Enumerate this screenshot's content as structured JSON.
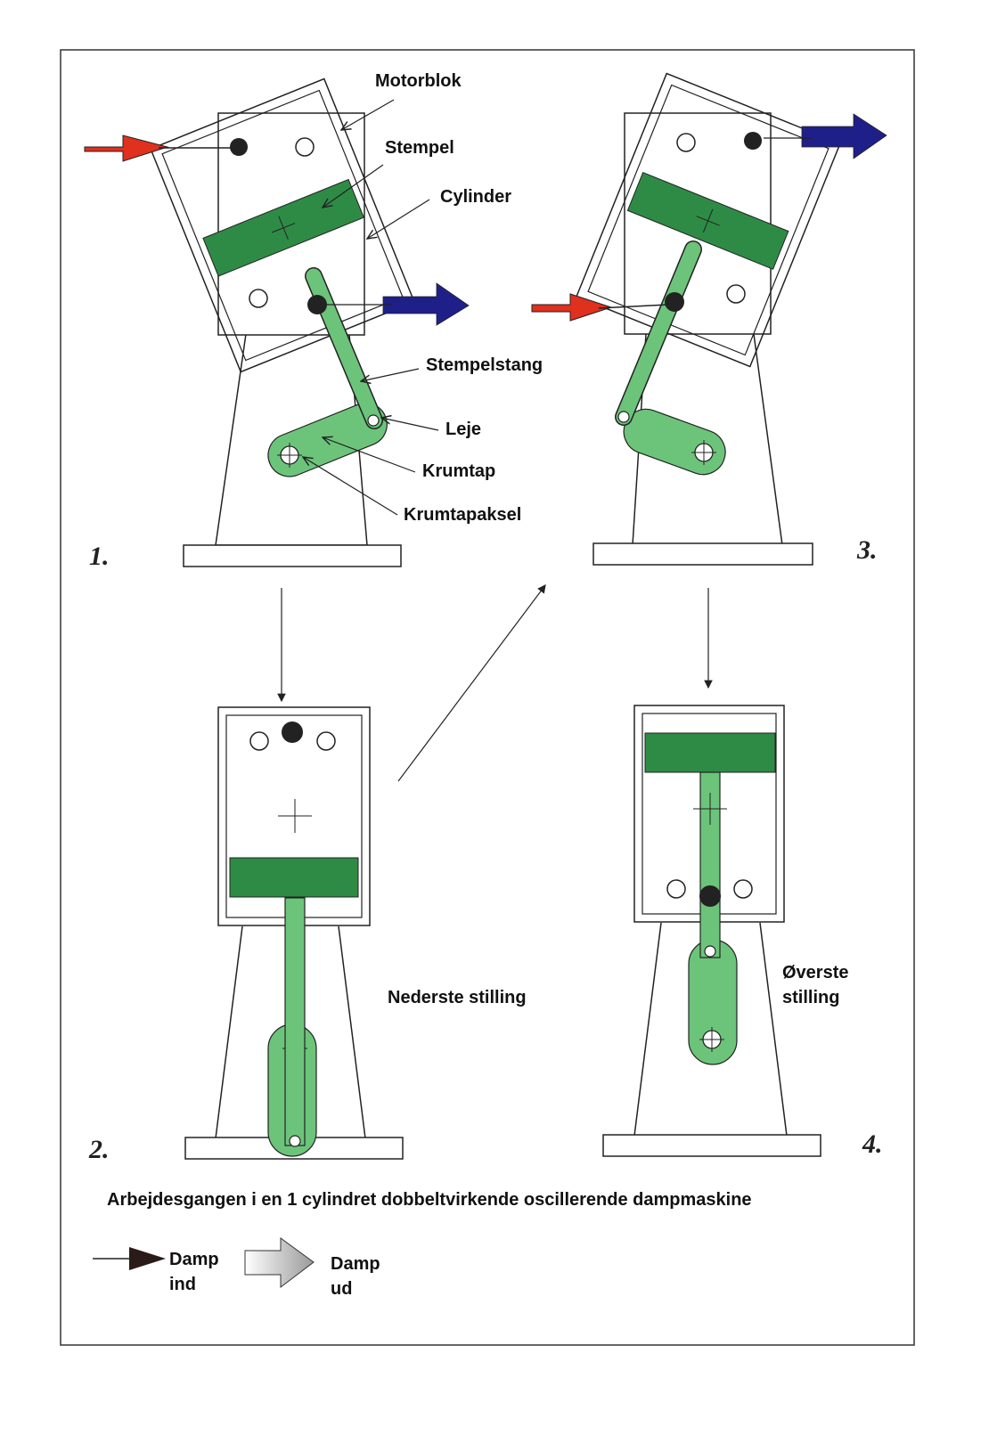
{
  "labels": {
    "motorblok": "Motorblok",
    "stempel": "Stempel",
    "cylinder": "Cylinder",
    "stempelstang": "Stempelstang",
    "leje": "Leje",
    "krumtap": "Krumtap",
    "krumtapaksel": "Krumtapaksel",
    "nederste": "Nederste stilling",
    "overste_line1": "Øverste",
    "overste_line2": "stilling"
  },
  "step_numbers": [
    "1.",
    "2.",
    "3.",
    "4."
  ],
  "caption": "Arbejdesgangen i en 1 cylindret dobbeltvirkende oscillerende dampmaskine",
  "legend": {
    "in_line1": "Damp",
    "in_line2": "ind",
    "out_line1": "Damp",
    "out_line2": "ud"
  },
  "colors": {
    "piston_green": "#2e8b46",
    "rod_green": "#6cc47a",
    "steam_in_red": "#e0301e",
    "steam_out_blue": "#1f1f8a",
    "outline": "#222222"
  }
}
